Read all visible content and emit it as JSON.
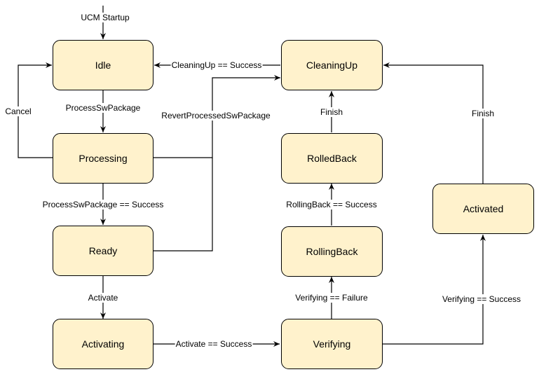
{
  "diagram": {
    "start_label": "UCM Startup",
    "states": {
      "idle": "Idle",
      "processing": "Processing",
      "ready": "Ready",
      "activating": "Activating",
      "cleaningup": "CleaningUp",
      "rolledback": "RolledBack",
      "rollingback": "RollingBack",
      "verifying": "Verifying",
      "activated": "Activated"
    },
    "transitions": {
      "cleanup_success": "CleaningUp == Success",
      "process_sw_package": "ProcessSwPackage",
      "cancel": "Cancel",
      "revert_processed": "RevertProcessedSwPackage",
      "process_success": "ProcessSwPackage == Success",
      "activate": "Activate",
      "activate_success": "Activate == Success",
      "verifying_failure": "Verifying == Failure",
      "rollingback_success": "RollingBack == Success",
      "finish_rolledback": "Finish",
      "finish_activated": "Finish",
      "verifying_success": "Verifying == Success"
    },
    "colors": {
      "state_fill": "#fff2cc",
      "stroke": "#000000"
    }
  }
}
